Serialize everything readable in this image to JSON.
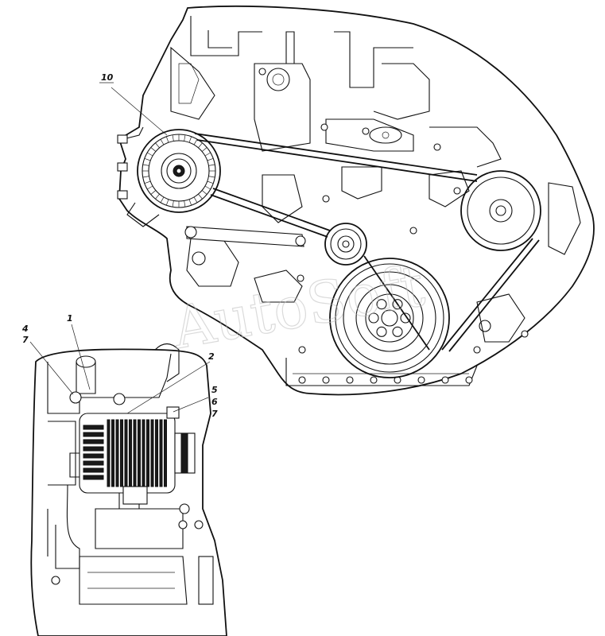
{
  "watermark": "AutoSoft",
  "callouts": {
    "c10": "10",
    "c1": "1",
    "c2": "2",
    "c4": "4",
    "c7a": "7",
    "c5": "5",
    "c6": "6",
    "c7b": "7"
  }
}
